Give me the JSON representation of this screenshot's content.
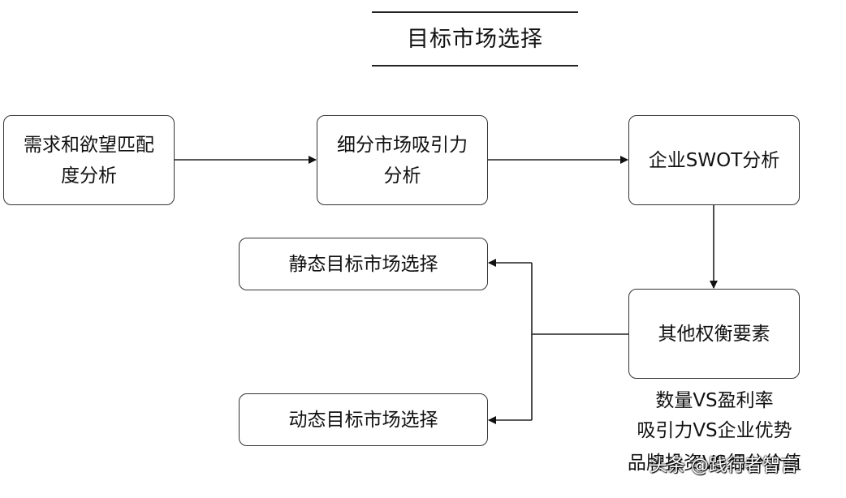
{
  "title": "目标市场选择",
  "nodes": {
    "demand": "需求和欲望匹配度分析",
    "attract": "细分市场吸引力分析",
    "swot": "企业SWOT分析",
    "other": "其他权衡要素",
    "static": "静态目标市场选择",
    "dynamic": "动态目标市场选择"
  },
  "notes": [
    "数量VS盈利率",
    "吸引力VS企业优势",
    "品牌投资VS细分价值"
  ],
  "watermark": "头条 @践行者智言"
}
